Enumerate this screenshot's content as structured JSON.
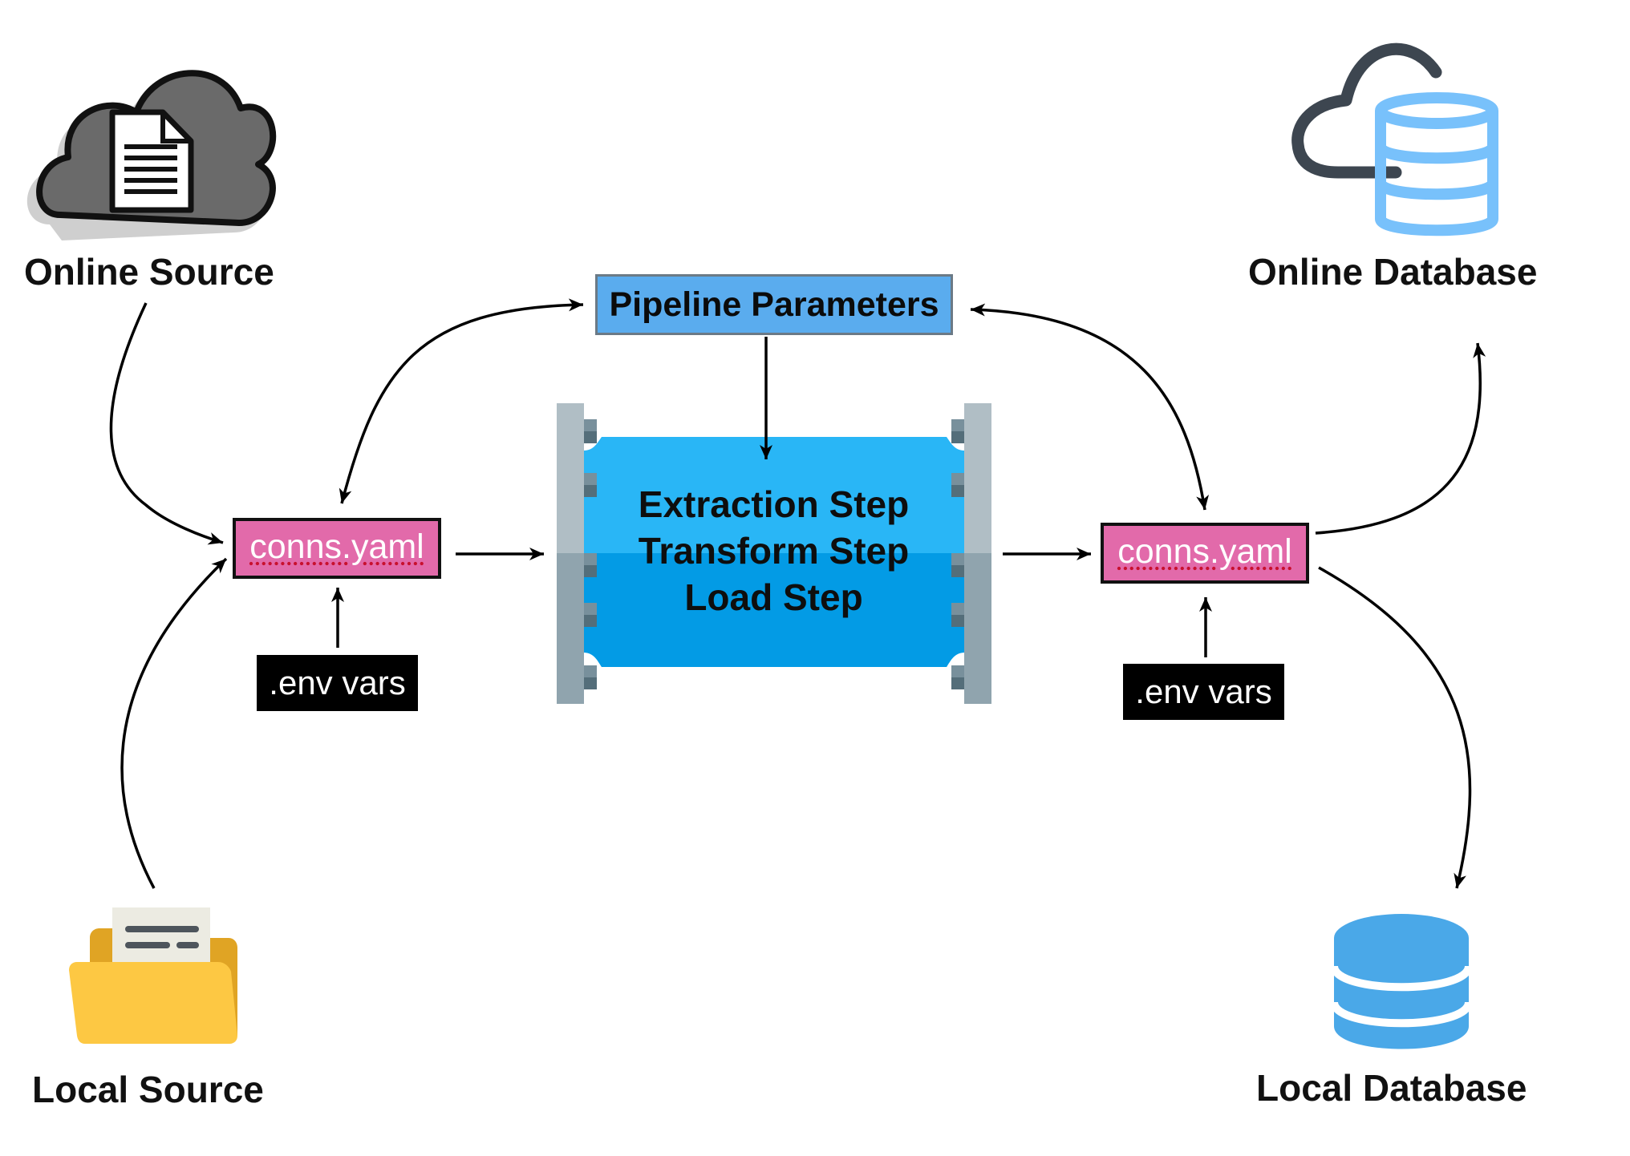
{
  "nodes": {
    "online_source": {
      "label": "Online Source",
      "icon": "cloud-document-icon"
    },
    "local_source": {
      "label": "Local Source",
      "icon": "folder-document-icon"
    },
    "online_database": {
      "label": "Online Database",
      "icon": "cloud-database-icon"
    },
    "local_database": {
      "label": "Local Database",
      "icon": "database-icon"
    }
  },
  "pipeline_parameters": {
    "label": "Pipeline Parameters"
  },
  "pipeline": {
    "steps": [
      "Extraction Step",
      "Transform Step",
      "Load Step"
    ],
    "icon": "pipe-icon"
  },
  "conns_left": {
    "label": "conns.yaml"
  },
  "conns_right": {
    "label": "conns.yaml"
  },
  "env_left": {
    "label": ".env vars"
  },
  "env_right": {
    "label": ".env vars"
  },
  "colors": {
    "params_fill": "#5aacee",
    "conns_fill": "#e26aaa",
    "pipe_light": "#29b6f6",
    "pipe_dark": "#039be5",
    "database_blue": "#4aa8e8",
    "folder_yellow": "#fdc843",
    "cloud_gray": "#666666"
  }
}
